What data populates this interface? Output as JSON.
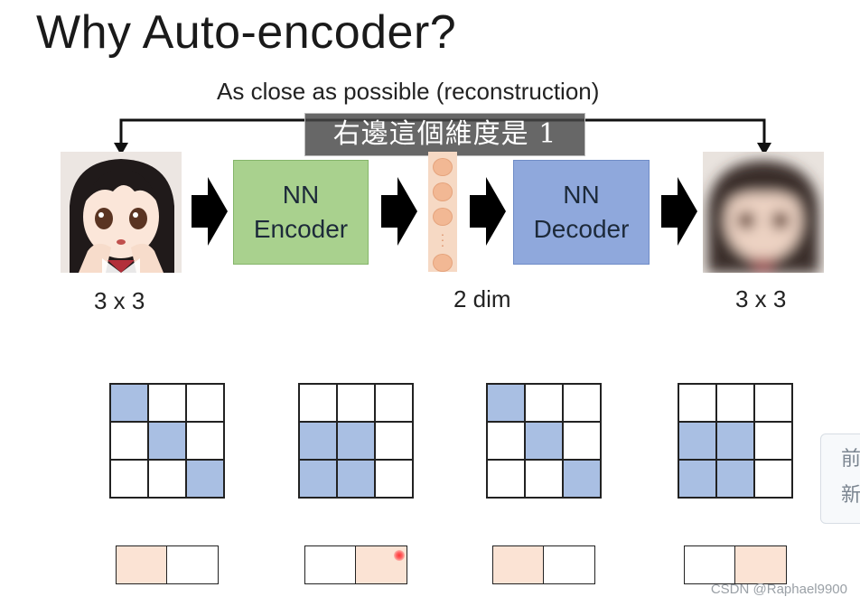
{
  "slide": {
    "title": "Why Auto-encoder?",
    "subtitle": "As close as possible  (reconstruction)",
    "caption": "右邊這個維度是 1"
  },
  "pipeline": {
    "input_label": "3 x 3",
    "encoder_line1": "NN",
    "encoder_line2": "Encoder",
    "code_label": "2 dim",
    "decoder_line1": "NN",
    "decoder_line2": "Decoder",
    "output_label": "3 x 3"
  },
  "examples": [
    {
      "grid": [
        1,
        0,
        0,
        0,
        1,
        0,
        0,
        0,
        1
      ],
      "code": [
        1,
        0
      ]
    },
    {
      "grid": [
        0,
        0,
        0,
        1,
        1,
        0,
        1,
        1,
        0
      ],
      "code": [
        0,
        1
      ]
    },
    {
      "grid": [
        1,
        0,
        0,
        0,
        1,
        0,
        0,
        0,
        1
      ],
      "code": [
        1,
        0
      ]
    },
    {
      "grid": [
        0,
        0,
        0,
        1,
        1,
        0,
        1,
        1,
        0
      ],
      "code": [
        0,
        1
      ]
    }
  ],
  "colors": {
    "encoder": "#a9d18e",
    "decoder": "#8fa8dc",
    "grid_on": "#a9bfe3",
    "code_on": "#fbe3d4"
  },
  "side_tab": {
    "line1": "前",
    "line2": "新"
  },
  "watermark": "CSDN @Raphael9900"
}
